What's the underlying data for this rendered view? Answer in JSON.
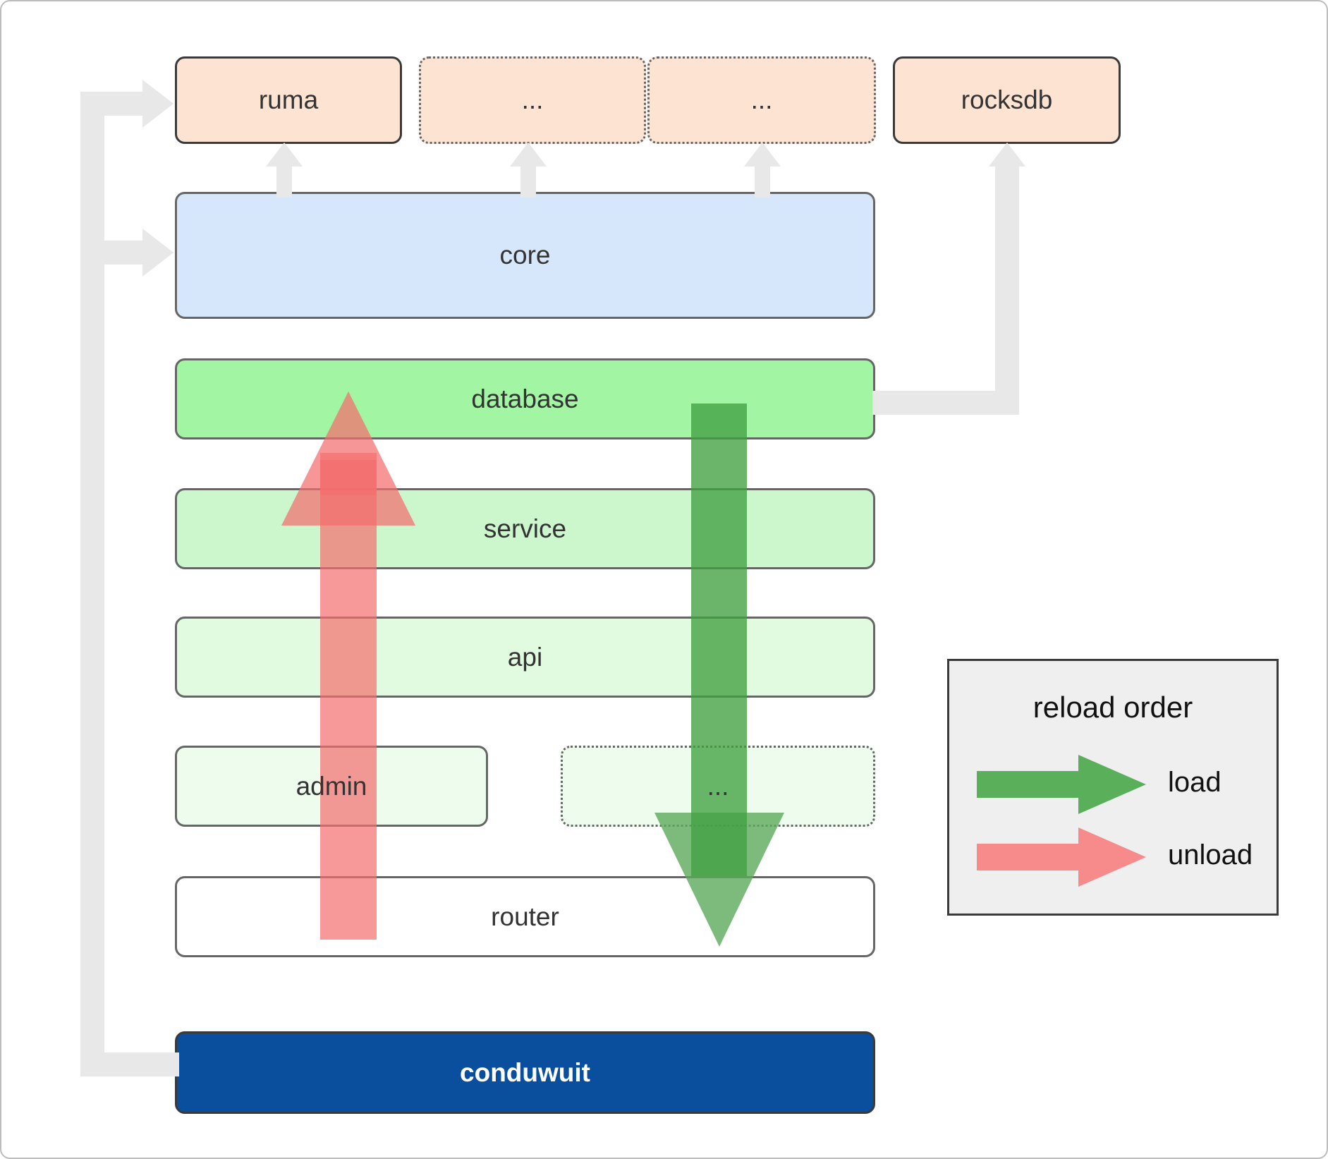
{
  "diagram": {
    "title": "conduwuit crate dependency and reload order diagram",
    "colors": {
      "external_fill": "#fde3d2",
      "core_fill": "#d6e7fb",
      "database_fill": "#a2f5a2",
      "service_fill": "#ccf7cc",
      "api_fill": "#e0fbe0",
      "admin_fill": "#edfced",
      "router_fill": "#ffffff",
      "root_fill": "#0a4f9e",
      "connector": "#e8e8e8",
      "load_arrow": "#4ca64c",
      "unload_arrow": "#f46e6e",
      "legend_fill": "#efefef"
    },
    "external_row": [
      {
        "label": "ruma",
        "style": "solid"
      },
      {
        "label": "...",
        "style": "dotted"
      },
      {
        "label": "...",
        "style": "dotted"
      },
      {
        "label": "rocksdb",
        "style": "solid"
      }
    ],
    "layers": [
      {
        "label": "core",
        "style": "solid"
      },
      {
        "label": "database",
        "style": "solid"
      },
      {
        "label": "service",
        "style": "solid"
      },
      {
        "label": "api",
        "style": "solid"
      },
      {
        "label": "admin",
        "style": "solid"
      },
      {
        "label": "...",
        "style": "dotted"
      },
      {
        "label": "router",
        "style": "solid"
      }
    ],
    "root": {
      "label": "conduwuit"
    }
  },
  "legend": {
    "title": "reload order",
    "entries": [
      {
        "label": "load",
        "color": "#4ca64c"
      },
      {
        "label": "unload",
        "color": "#f46e6e"
      }
    ]
  }
}
